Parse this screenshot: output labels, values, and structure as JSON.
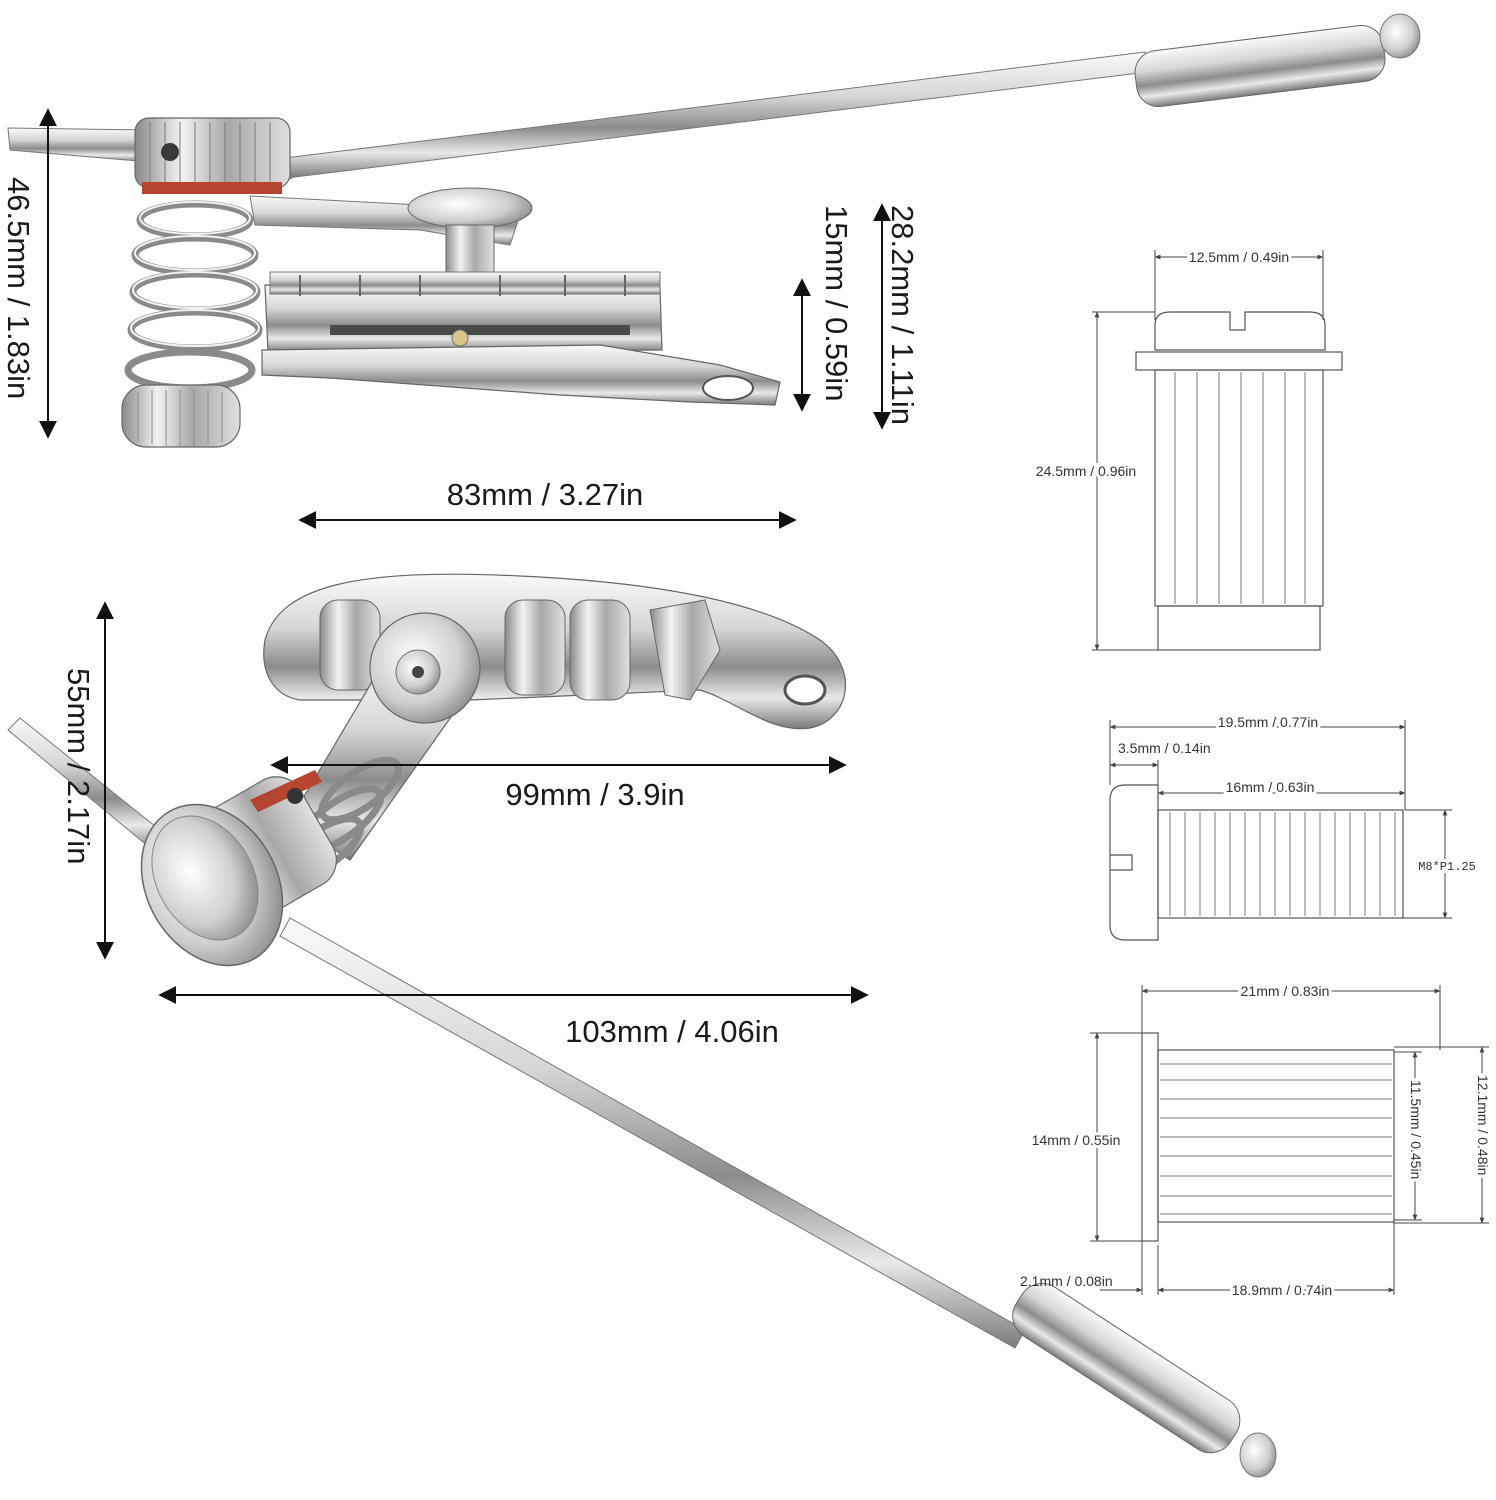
{
  "dimensions": {
    "height_top": "46.5mm / 1.83in",
    "plate_height": "15mm / 0.59in",
    "total_height": "28.2mm / 1.11in",
    "plate_length": "83mm / 3.27in",
    "lower_height": "55mm / 2.17in",
    "lower_length": "99mm / 3.9in",
    "arm_length": "103mm / 4.06in"
  },
  "drawings": {
    "knob": {
      "width": "12.5mm / 0.49in",
      "height": "24.5mm / 0.96in"
    },
    "screw": {
      "total": "19.5mm / 0.77in",
      "head": "3.5mm / 0.14in",
      "thread": "16mm / 0.63in",
      "spec": "M8*P1.25"
    },
    "sleeve": {
      "length": "21mm / 0.83in",
      "flange_dia": "14mm / 0.55in",
      "outer_dia": "12.1mm / 0.48in",
      "inner_dia": "11.5mm / 0.45in",
      "flange": "2.1mm / 0.08in",
      "body": "18.9mm / 0.74in"
    }
  },
  "colors": {
    "chrome_light": "#f4f4f4",
    "chrome_mid": "#bdbdbd",
    "chrome_dark": "#6e6e6e",
    "washer": "#b5452e"
  }
}
